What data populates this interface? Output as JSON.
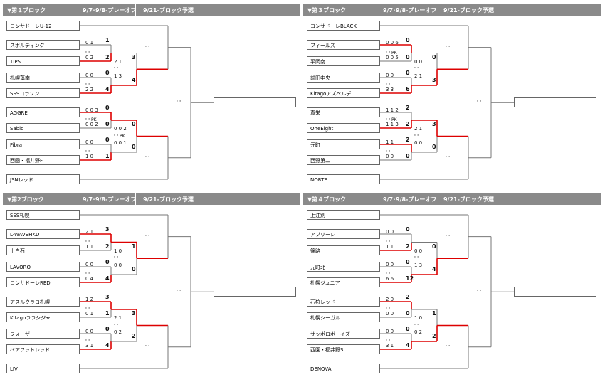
{
  "blocks": [
    {
      "title": "▼第１ブロック",
      "playoff": "9/7･9/8-プレーオフ",
      "prelim": "9/21-ブロック予選",
      "teams": [
        "コンサドーレU-12",
        "スポルティング",
        "TIPS",
        "札幌藻南",
        "SSSコラソン",
        "AGGRE",
        "Sabio",
        "Fibra",
        "西園・福井野F",
        "JSNレッド"
      ],
      "m1": {
        "a": "0 1",
        "b": "0 2",
        "sa": "1",
        "sb": "2",
        "w": "b"
      },
      "m2": {
        "a": "0 0",
        "b": "2 2",
        "sa": "0",
        "sb": "4",
        "w": "b"
      },
      "m3": {
        "a": "0 0 3",
        "b": "0 0 2",
        "pk": "PK",
        "sa": "0",
        "sb": "0",
        "w": "a"
      },
      "m4": {
        "a": "0 0",
        "b": "1 0",
        "sa": "0",
        "sb": "1",
        "w": "b"
      },
      "s1": {
        "a": "2 1",
        "b": "1 3",
        "sa": "3",
        "sb": "4",
        "w": "b"
      },
      "s2": {
        "a": "0 0 2",
        "b": "0 0 1",
        "pk": "PK",
        "sa": "0",
        "sb": "0",
        "w": "a"
      },
      "t1": "' '",
      "t2": "' '",
      "t3": "' '"
    },
    {
      "title": "▼第３ブロック",
      "playoff": "9/7･9/8-プレーオフ",
      "prelim": "9/21-ブロック予選",
      "teams": [
        "コンサドーレBLACK",
        "フィールズ",
        "平岡南",
        "前田中央",
        "Kitagoアズペルデ",
        "真栄",
        "OneEight",
        "元町",
        "西野第二",
        "NORTE"
      ],
      "m1": {
        "a": "0 0 6",
        "b": "0 0 5",
        "pk": "PK",
        "sa": "0",
        "sb": "0",
        "w": "a"
      },
      "m2": {
        "a": "0 0",
        "b": "3 3",
        "sa": "0",
        "sb": "6",
        "w": "b"
      },
      "m3": {
        "a": "1 1 2",
        "b": "1 1 3",
        "pk": "PK",
        "sa": "2",
        "sb": "2",
        "w": "b"
      },
      "m4": {
        "a": "1 1",
        "b": "0 0",
        "sa": "2",
        "sb": "0",
        "w": "a"
      },
      "s1": {
        "a": "0 0",
        "b": "2 1",
        "sa": "0",
        "sb": "3",
        "w": "b"
      },
      "s2": {
        "a": "2 1",
        "b": "0 0",
        "sa": "3",
        "sb": "0",
        "w": "a"
      },
      "t1": "' '",
      "t2": "' '",
      "t3": "' '"
    },
    {
      "title": "▼第2ブロック",
      "playoff": "9/7･9/8-プレーオフ",
      "prelim": "9/21-ブロック予選",
      "teams": [
        "SSS札幌",
        "L-WAVEHKD",
        "上白石",
        "LAVORO",
        "コンサドーレRED",
        "アスルクラロ札幌",
        "Kitagoララシジャ",
        "フォーザ",
        "ベアフットレッド",
        "LIV"
      ],
      "m1": {
        "a": "2 1",
        "b": "1 1",
        "sa": "3",
        "sb": "2",
        "w": "a"
      },
      "m2": {
        "a": "0 0",
        "b": "0 4",
        "sa": "0",
        "sb": "4",
        "w": "b"
      },
      "m3": {
        "a": "1 2",
        "b": "0 1",
        "sa": "3",
        "sb": "1",
        "w": "a"
      },
      "m4": {
        "a": "0 0",
        "b": "3 1",
        "sa": "0",
        "sb": "4",
        "w": "b"
      },
      "s1": {
        "a": "1 0",
        "b": "0 0",
        "sa": "1",
        "sb": "0",
        "w": "a"
      },
      "s2": {
        "a": "2 1",
        "b": "0 2",
        "sa": "3",
        "sb": "2",
        "w": "a"
      },
      "t1": "' '",
      "t2": "' '",
      "t3": "' '"
    },
    {
      "title": "▼第４ブロック",
      "playoff": "9/7･9/8-プレーオフ",
      "prelim": "9/21-ブロック予選",
      "teams": [
        "上江別",
        "アプリーレ",
        "篠路",
        "元町北",
        "札幌ジュニア",
        "石狩レッド",
        "札幌シーガル",
        "サッポロボーイズ",
        "西園・福井野S",
        "DENOVA"
      ],
      "m1": {
        "a": "0 0",
        "b": "1 1",
        "sa": "0",
        "sb": "2",
        "w": "b"
      },
      "m2": {
        "a": "0 0",
        "b": "6 6",
        "sa": "0",
        "sb": "12",
        "w": "b"
      },
      "m3": {
        "a": "2 0",
        "b": "0 0",
        "sa": "2",
        "sb": "0",
        "w": "a"
      },
      "m4": {
        "a": "0 0",
        "b": "3 1",
        "sa": "0",
        "sb": "4",
        "w": "b"
      },
      "s1": {
        "a": "0 0",
        "b": "1 3",
        "sa": "0",
        "sb": "4",
        "w": "b"
      },
      "s2": {
        "a": "1 0",
        "b": "0 2",
        "sa": "1",
        "sb": "2",
        "w": "b"
      },
      "t1": "' '",
      "t2": "' '",
      "t3": "' '"
    }
  ]
}
